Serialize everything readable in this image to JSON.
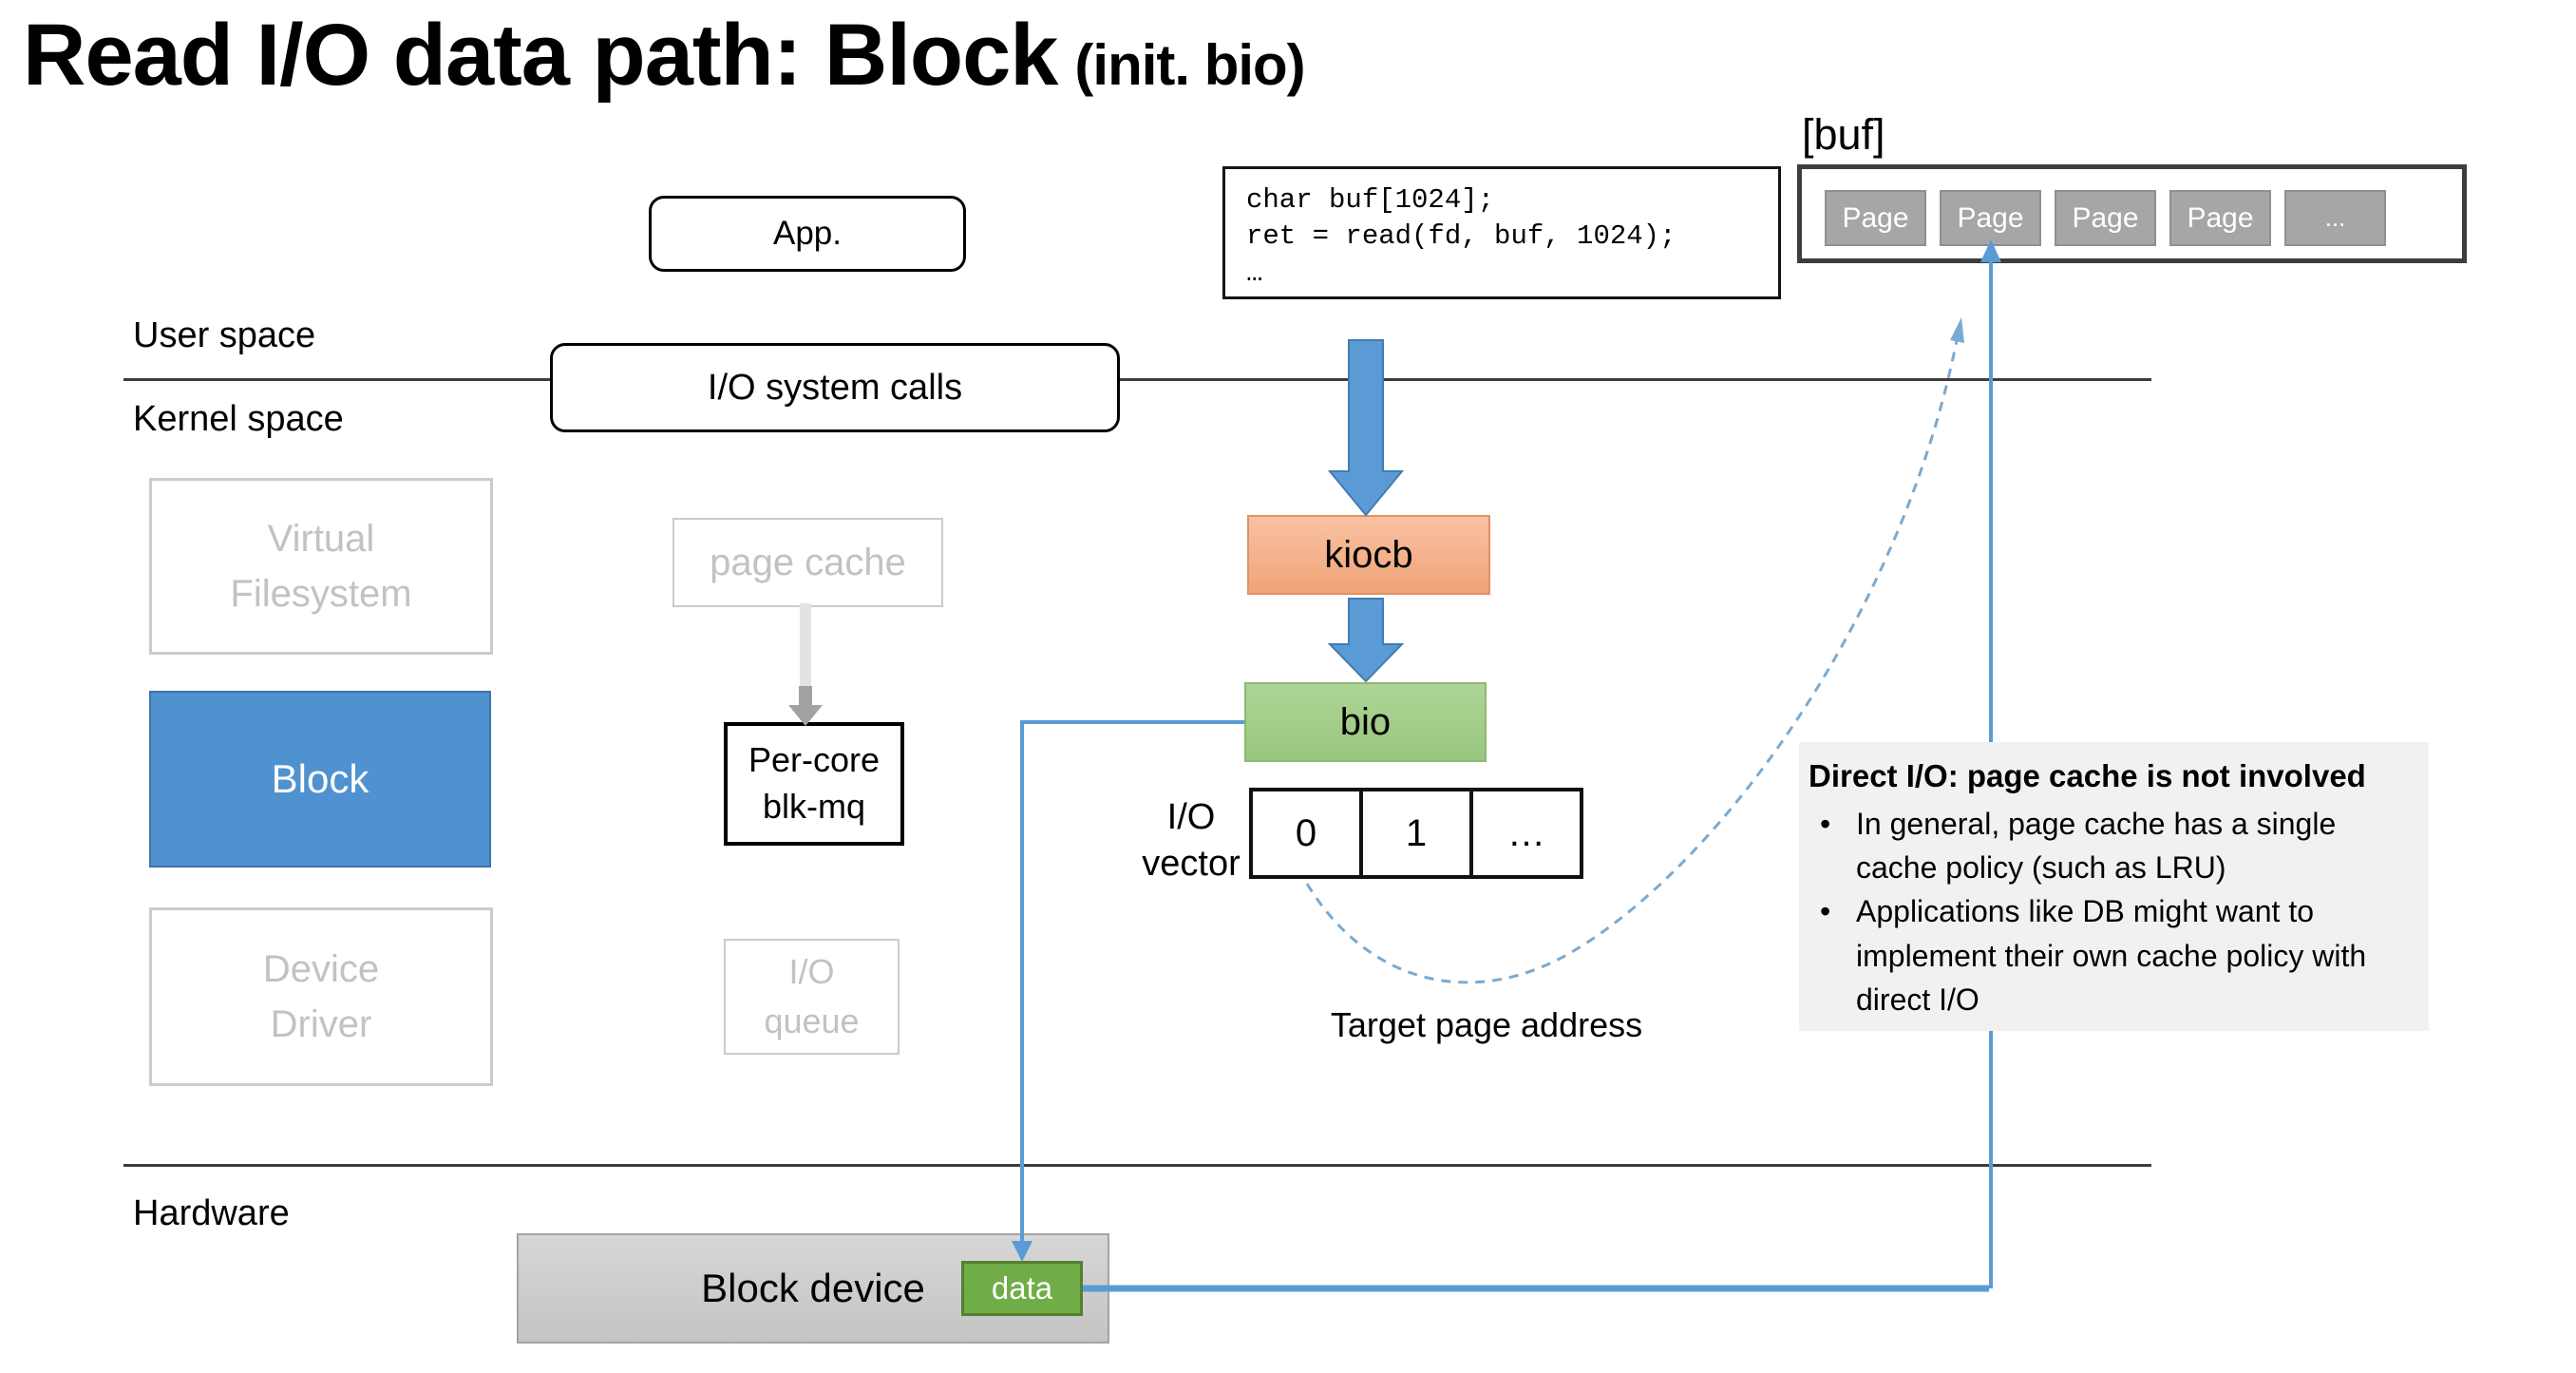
{
  "title": {
    "main": "Read I/O data path: Block",
    "suffix": "(init. bio)"
  },
  "zones": {
    "user_space": "User space",
    "kernel_space": "Kernel space",
    "hardware": "Hardware"
  },
  "code_box": {
    "lines": [
      "char buf[1024];",
      "ret = read(fd, buf, 1024);",
      "…"
    ]
  },
  "buf": {
    "label": "[buf]",
    "cells": [
      "Page",
      "Page",
      "Page",
      "Page",
      "..."
    ]
  },
  "boxes": {
    "app": "App.",
    "io_system_calls": "I/O system calls",
    "virtual_filesystem": [
      "Virtual",
      "Filesystem"
    ],
    "page_cache": "page cache",
    "kiocb": "kiocb",
    "bio": "bio",
    "block": "Block",
    "per_core": [
      "Per-core",
      "blk-mq"
    ],
    "device_driver": [
      "Device",
      "Driver"
    ],
    "io_queue": [
      "I/O",
      "queue"
    ],
    "block_device": "Block device",
    "data": "data"
  },
  "io_vector": {
    "label_line1": "I/O",
    "label_line2": "vector",
    "cells": [
      "0",
      "1",
      "…"
    ]
  },
  "annotations": {
    "target_page_address": "Target page address"
  },
  "direct_io": {
    "heading": "Direct I/O: page cache is not involved",
    "bullets": [
      "In general, page cache has a single cache policy (such as LRU)",
      "Applications like DB might want to implement their own cache policy with direct I/O"
    ]
  },
  "colors": {
    "arrow_blue": "#5b9bd5",
    "block_fill": "#4e92d0",
    "kiocb_fill": "#f4b38d",
    "bio_fill": "#a4cd8b",
    "data_green": "#70ad47",
    "page_gray": "#a6a6a6",
    "inactive_gray": "#c2c2c2",
    "note_bg": "#f1f1f1",
    "dashed_link": "#79aad2"
  }
}
